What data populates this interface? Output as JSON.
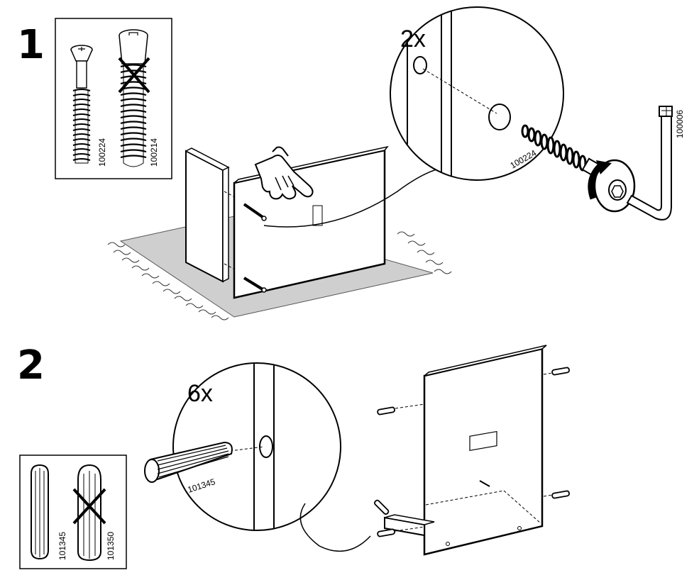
{
  "steps": [
    {
      "number": "1",
      "quantity": "2x",
      "parts_box": {
        "correct_code": "100224",
        "wrong_code": "100214"
      },
      "screw_code": "100224",
      "tool_code": "100006"
    },
    {
      "number": "2",
      "quantity": "6x",
      "parts_box": {
        "correct_code": "101345",
        "wrong_code": "101350"
      },
      "dowel_code": "101345"
    }
  ]
}
